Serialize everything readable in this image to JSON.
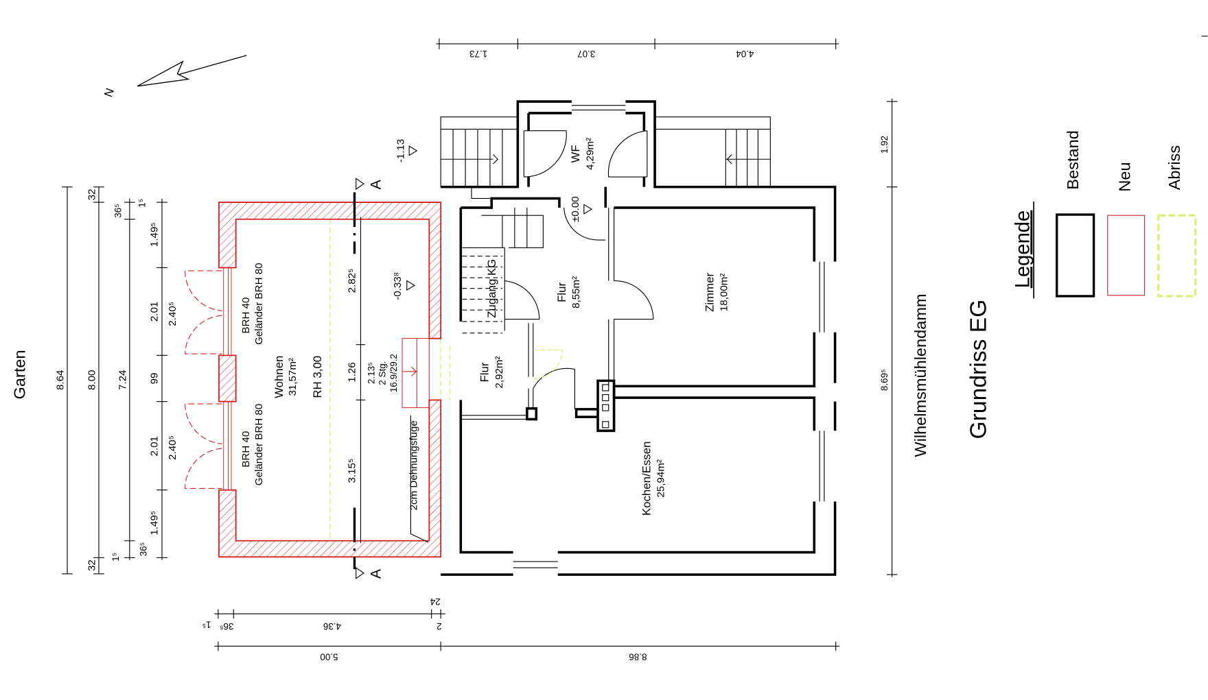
{
  "title": "Grundriss EG",
  "labels": {
    "garden": "Garten",
    "street": "Wilhelmsmühlendamm",
    "north": "N",
    "section": "A"
  },
  "legend": {
    "title": "Legende",
    "items": [
      {
        "label": "Bestand",
        "color": "#000000"
      },
      {
        "label": "Neu",
        "color": "#c8282c"
      },
      {
        "label": "Abriss",
        "color": "#dcef7a"
      }
    ]
  },
  "rooms": {
    "wf": {
      "name": "WF",
      "area": "4,29m²"
    },
    "flur_main": {
      "name": "Flur",
      "area": "8,55m²"
    },
    "zimmer": {
      "name": "Zimmer",
      "area": "18,00m²"
    },
    "flur_small": {
      "name": "Flur",
      "area": "2,92m²"
    },
    "kochen": {
      "name": "Kochen/Essen",
      "area": "25,94m²"
    },
    "wohnen": {
      "name": "Wohnen",
      "area": "31,57m²"
    },
    "zugang": "Zugang KG"
  },
  "annotations": {
    "rh": "RH 3,00",
    "brh_1": "BRH 40",
    "gelaender_1": "Geländer BRH 80",
    "brh_2": "BRH 40",
    "gelaender_2": "Geländer BRH 80",
    "stair_1": "2.13⁵",
    "stair_2": "2 Stg.",
    "stair_3": "16.9/29.2",
    "joint": "2cm Dehnungsfuge"
  },
  "levels": {
    "ground": "±0.00",
    "basement_stair": "-1.13",
    "extension": "-0.33⁸"
  },
  "dimensions": {
    "top": [
      "1.73",
      "3.07",
      "4.04"
    ],
    "right": [
      "1.92",
      "8.69⁵"
    ],
    "bottom_inner": [
      "1⁵",
      "36⁵",
      "4.36",
      "24",
      "2"
    ],
    "bottom_outer": [
      "5.00",
      "8.86"
    ],
    "left_total": "8.64",
    "left_8": [
      "32",
      "8.00",
      "32"
    ],
    "left_7": [
      "36⁵",
      "7.24",
      "36⁵"
    ],
    "left_detail": [
      "1⁵",
      "1.49⁵",
      "2.01",
      "99",
      "2.01",
      "1.49⁵",
      "1⁵"
    ],
    "left_window": [
      "2.40⁵",
      "2.40⁵"
    ],
    "section": [
      "2.82⁵",
      "1.26",
      "3.15⁵"
    ]
  }
}
